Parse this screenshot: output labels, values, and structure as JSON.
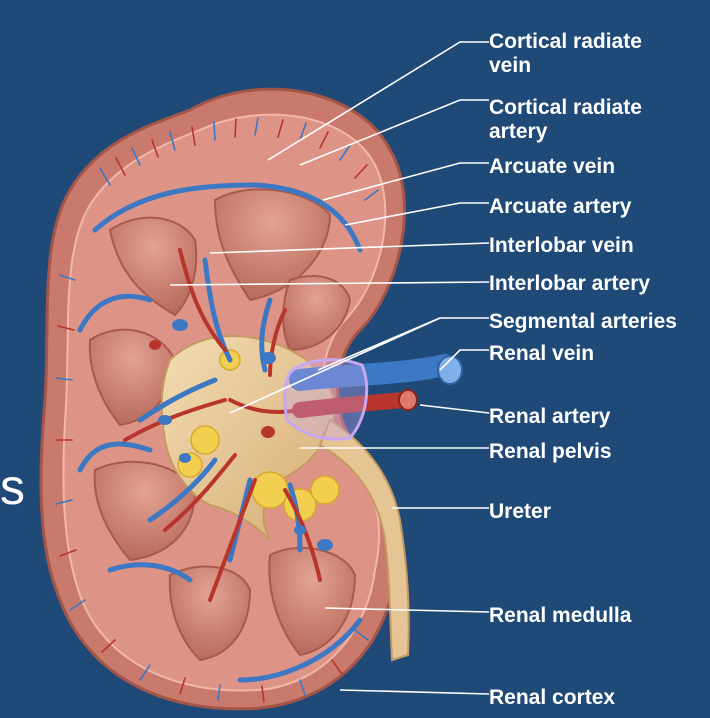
{
  "colors": {
    "background": "#1f4a78",
    "cortex": "#d98b7e",
    "medulla": "#c7796a",
    "pelvis": "#e7c996",
    "fat": "#f3cf4f",
    "vein": "#3d78c4",
    "artery": "#b8352c",
    "highlight": "#c9a7f0",
    "label_line": "#ffffff"
  },
  "side_glyph": "s",
  "labels": [
    {
      "id": "cortical-radiate-vein",
      "lines": [
        "Cortical radiate",
        "vein"
      ]
    },
    {
      "id": "cortical-radiate-artery",
      "lines": [
        "Cortical radiate",
        "artery"
      ]
    },
    {
      "id": "arcuate-vein",
      "lines": [
        "Arcuate vein"
      ]
    },
    {
      "id": "arcuate-artery",
      "lines": [
        "Arcuate artery"
      ]
    },
    {
      "id": "interlobar-vein",
      "lines": [
        "Interlobar vein"
      ]
    },
    {
      "id": "interlobar-artery",
      "lines": [
        "Interlobar artery"
      ]
    },
    {
      "id": "segmental-arteries",
      "lines": [
        "Segmental arteries"
      ]
    },
    {
      "id": "renal-vein",
      "lines": [
        "Renal vein"
      ]
    },
    {
      "id": "renal-artery",
      "lines": [
        "Renal artery"
      ]
    },
    {
      "id": "renal-pelvis",
      "lines": [
        "Renal pelvis"
      ]
    },
    {
      "id": "ureter",
      "lines": [
        "Ureter"
      ]
    },
    {
      "id": "renal-medulla",
      "lines": [
        "Renal medulla"
      ]
    },
    {
      "id": "renal-cortex",
      "lines": [
        "Renal cortex"
      ]
    }
  ]
}
